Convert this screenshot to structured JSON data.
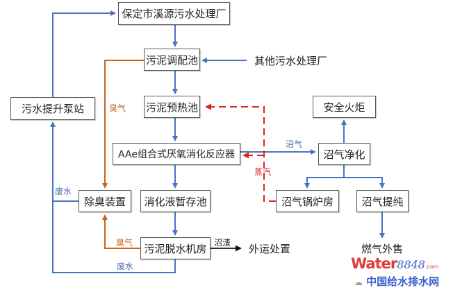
{
  "colors": {
    "flow": "#4a72c0",
    "odor": "#c8641c",
    "steam": "#e02020",
    "solid": "#111111",
    "border": "#555555"
  },
  "nodes": {
    "plant": "保定市溪源污水处理厂",
    "sludge_blend_tank": "污泥调配池",
    "other_plants": "其他污水处理厂",
    "lift_pump_station": "污水提升泵站",
    "preheat_tank": "污泥预热池",
    "safety_flare": "安全火炬",
    "reactor": "AAe组合式厌氧消化反应器",
    "biogas_purify": "沼气净化",
    "deodorizer": "除臭装置",
    "digestate_tank": "消化液暂存池",
    "biogas_boiler": "沼气锅炉房",
    "biogas_upgrade": "沼气提纯",
    "dewatering_room": "污泥脱水机房",
    "external_disposal": "外运处置",
    "gas_sales": "燃气外售"
  },
  "edge_labels": {
    "odor_top": "臭气",
    "odor_bottom": "臭气",
    "wastewater_left": "废水",
    "wastewater_bottom": "废水",
    "biogas": "沼气",
    "steam": "蒸汽",
    "digestate_residue": "沼渣"
  },
  "watermark": {
    "brand": "Water",
    "number": "8848",
    "domain": ".com",
    "site_name": "中国给水排水网"
  }
}
